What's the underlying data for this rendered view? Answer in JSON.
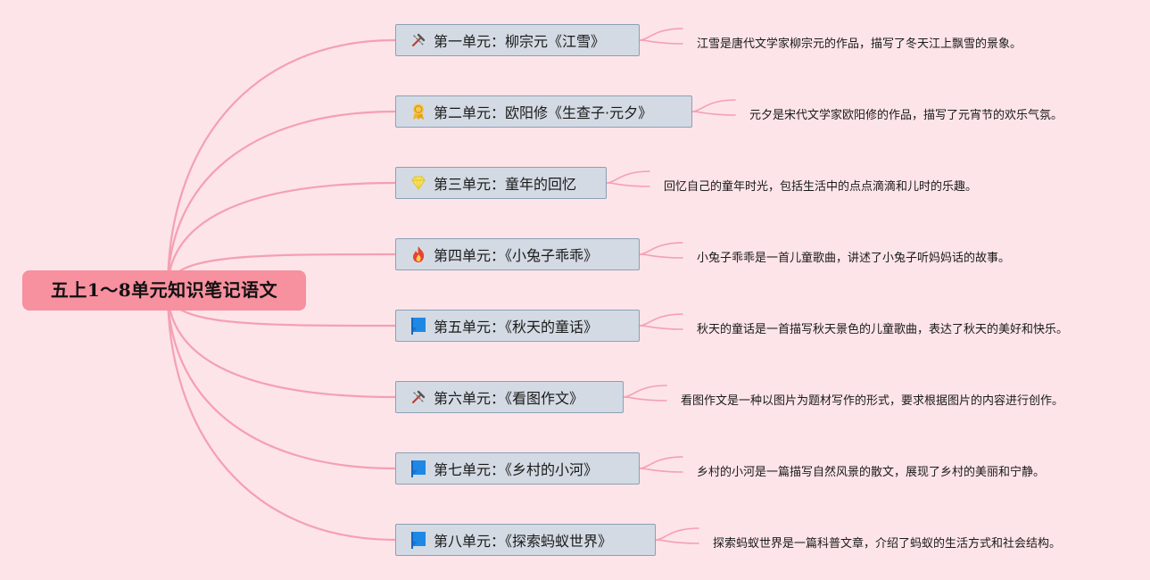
{
  "root": {
    "title": "五上1～8单元知识笔记语文"
  },
  "colors": {
    "background": "#fde4e8",
    "root_fill": "#f7909f",
    "branch_line": "#f4a0b3",
    "topic_fill": "#d3dae3",
    "topic_border": "#8ca0b6"
  },
  "topics": [
    {
      "label": "第一单元：柳宗元《江雪》",
      "icon": "tools-icon",
      "note": "江雪是唐代文学家柳宗元的作品，描写了冬天江上飘雪的景象。"
    },
    {
      "label": "第二单元：欧阳修《生查子·元夕》",
      "icon": "award-ribbon-icon",
      "note": "元夕是宋代文学家欧阳修的作品，描写了元宵节的欢乐气氛。"
    },
    {
      "label": "第三单元：童年的回忆",
      "icon": "lightbulb-icon",
      "note": "回忆自己的童年时光，包括生活中的点点滴滴和儿时的乐趣。"
    },
    {
      "label": "第四单元：《小兔子乖乖》",
      "icon": "flame-icon",
      "note": "小兔子乖乖是一首儿童歌曲，讲述了小兔子听妈妈话的故事。"
    },
    {
      "label": "第五单元：《秋天的童话》",
      "icon": "flag-icon",
      "note": "秋天的童话是一首描写秋天景色的儿童歌曲，表达了秋天的美好和快乐。"
    },
    {
      "label": "第六单元：《看图作文》",
      "icon": "tools-icon",
      "note": "看图作文是一种以图片为题材写作的形式，要求根据图片的内容进行创作。"
    },
    {
      "label": "第七单元：《乡村的小河》",
      "icon": "flag-icon",
      "note": "乡村的小河是一篇描写自然风景的散文，展现了乡村的美丽和宁静。"
    },
    {
      "label": "第八单元：《探索蚂蚁世界》",
      "icon": "flag-icon",
      "note": "探索蚂蚁世界是一篇科普文章，介绍了蚂蚁的生活方式和社会结构。"
    }
  ]
}
